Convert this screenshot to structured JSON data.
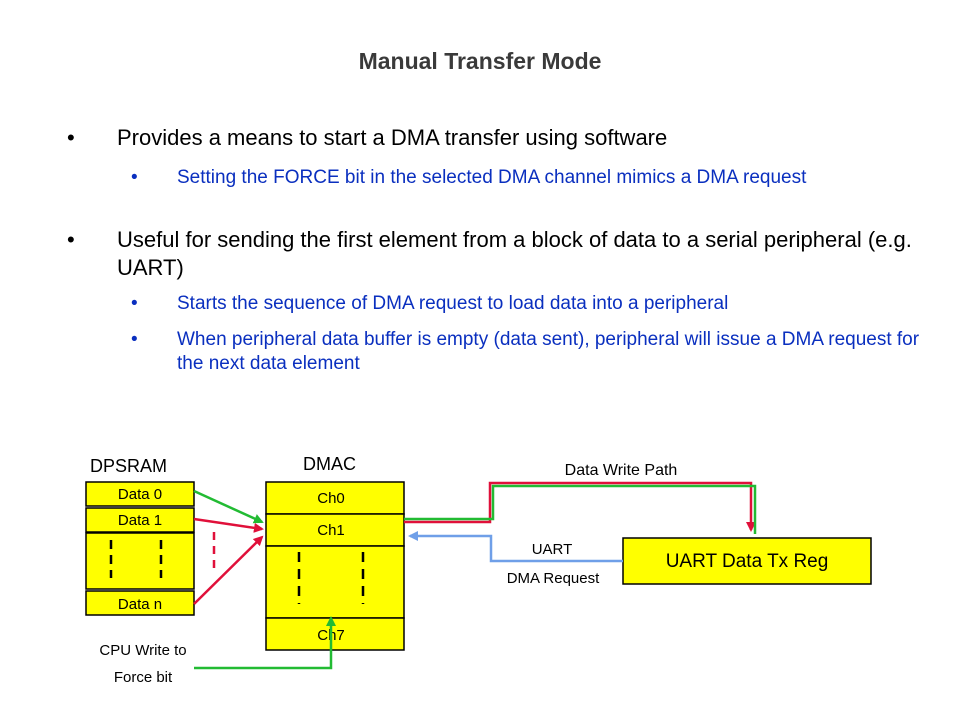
{
  "slide": {
    "title": "Manual Transfer Mode"
  },
  "bullets": [
    {
      "text": "Provides a means to start a DMA transfer using software",
      "subs": [
        "Setting the FORCE bit in the selected DMA channel mimics a DMA request"
      ]
    },
    {
      "text": "Useful for sending the first element from a block of data to a serial peripheral (e.g. UART)",
      "subs": [
        "Starts the sequence of DMA request to load data into a peripheral",
        "When peripheral data buffer is empty (data sent), peripheral will issue a DMA request for the next data element"
      ]
    }
  ],
  "bullet_glyph": "•",
  "diagram": {
    "dpsram": {
      "label": "DPSRAM",
      "cells": [
        "Data 0",
        "Data 1",
        "Data n"
      ]
    },
    "dmac": {
      "label": "DMAC",
      "channels": [
        "Ch0",
        "Ch1",
        "Ch7"
      ]
    },
    "uart_reg": "UART Data Tx Reg",
    "data_write_path": "Data Write Path",
    "uart_request_line1": "UART",
    "uart_request_line2": "DMA Request",
    "cpu_write_line1": "CPU Write to",
    "cpu_write_line2": "Force bit",
    "colors": {
      "box_fill": "#ffff00",
      "green": "#22bb33",
      "red": "#e0103a",
      "blue": "#6f9fe8",
      "bullet_sub": "#0a2fbf"
    }
  }
}
